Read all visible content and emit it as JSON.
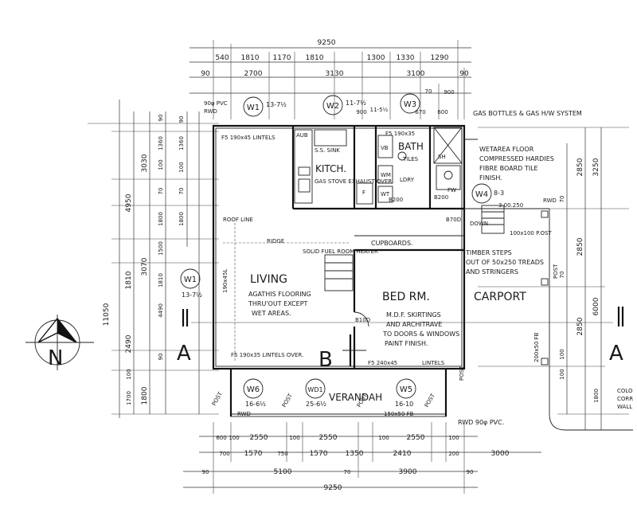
{
  "overall": {
    "top_width": "9250",
    "bottom_width": "9250"
  },
  "top_dims": {
    "row1": [
      "540",
      "1810",
      "1170",
      "1810",
      "1300",
      "1330",
      "1290"
    ],
    "row2": [
      "90",
      "2700",
      "3130",
      "3100",
      "90"
    ],
    "row3": [
      "900",
      "11-5½",
      "70",
      "900",
      "670",
      "600"
    ]
  },
  "bottom_dims": {
    "row1": [
      "600",
      "100",
      "2550",
      "100",
      "2550",
      "100",
      "2550",
      "100"
    ],
    "row2": [
      "700",
      "1570",
      "750",
      "1570",
      "1350",
      "2410",
      "200",
      "3000"
    ],
    "row3": [
      "90",
      "5100",
      "70",
      "3900",
      "90"
    ]
  },
  "left_dims": {
    "overall": "11050",
    "col_a": [
      "4950",
      "1810",
      "2490"
    ],
    "col_b": [
      "3030",
      "3070",
      "1800"
    ],
    "col_c": [
      "90",
      "1360",
      "100",
      "70",
      "1800",
      "1500",
      "1810",
      "4490",
      "90",
      "100",
      "1700"
    ],
    "col_d": [
      "90",
      "1360",
      "100",
      "70",
      "1800"
    ]
  },
  "right_dims": {
    "overall": [
      "3250",
      "6000"
    ],
    "col_a": [
      "2850",
      "2850",
      "2850"
    ],
    "col_b": [
      "70",
      "70",
      "100",
      "100",
      "1800"
    ]
  },
  "rooms": {
    "kitchen": "KITCH.",
    "bath": "BATH",
    "living": "LIVING",
    "bed": "BED RM.",
    "carport": "CARPORT",
    "verandah": "VERANDAH"
  },
  "windows": [
    {
      "tag": "W1",
      "size": "13-7½"
    },
    {
      "tag": "W2",
      "size": "11-7½"
    },
    {
      "tag": "W3",
      "size": ""
    },
    {
      "tag": "W4",
      "size": "8-3"
    },
    {
      "tag": "W1",
      "size": "13-7½"
    },
    {
      "tag": "W6",
      "size": "16-6½"
    },
    {
      "tag": "WD1",
      "size": "25-6½"
    },
    {
      "tag": "W5",
      "size": "16-10"
    }
  ],
  "labels": {
    "pvc_top": "90φ PVC",
    "rwd_top": "RWD",
    "lintels_top": "F5 190x45 LINTELS",
    "lintels_bath": "F5 190x35",
    "ss_sink": "S.S. SINK",
    "gas_stove": "GAS STOVE EXHAUST OVER.",
    "gas_bottles": "GAS BOTTLES & GAS H/W SYSTEM",
    "tiles": "TILES",
    "ldry": "LDRY",
    "vb": "VB",
    "wm": "WM",
    "wt": "WT",
    "sh": "SH",
    "fw": "FW",
    "b200_1": "B200",
    "b200_2": "B200",
    "b700": "B70D",
    "aub": "AUB",
    "f": "F",
    "wet_area_1": "WETAREA FLOOR",
    "wet_area_2": "COMPRESSED HARDIES",
    "wet_area_3": "FIBRE BOARD TILE",
    "wet_area_4": "FINISH.",
    "roof_line": "ROOF LINE",
    "ridge": "RIDGE",
    "cupboards": "CUPBOARDS.",
    "solid_fuel": "SOLID FUEL ROOM HEATER",
    "stair_note": "100x100 P.OST",
    "timber_1": "TIMBER STEPS",
    "timber_2": "OUT OF 50x250 TREADS",
    "timber_3": "AND STRINGERS",
    "downpipe": "DOWN",
    "rwd_right": "RWD",
    "post_right": "POST",
    "ridge_vert": "190x45L",
    "post_fb": "200x50 FB",
    "agathis_1": "AGATHIS FLOORING",
    "agathis_2": "THRU'OUT EXCEPT",
    "agathis_3": "WET AREAS.",
    "b100": "B10D",
    "mdf_1": "M.D.F. SKIRTINGS",
    "mdf_2": "AND ARCHITRAVE",
    "mdf_3": "TO DOORS & WINDOWS",
    "mdf_4": "PAINT FINISH.",
    "lintels_bottom_l": "F5 190x35 LINTELS OVER.",
    "lintels_bottom_r": "F5 240x45",
    "lintels_bottom_r2": "LINTELS",
    "post_1": "POST",
    "post_2": "POST",
    "post_3": "POST",
    "post_4": "POST",
    "post_5": "POST",
    "rwd_bl": "RWD",
    "fb_post": "150x50 FB",
    "rwd_br": "RWD 90φ PVC.",
    "step_right": "3.00.250",
    "frag_1": "COLO",
    "frag_2": "CORR",
    "frag_3": "WALL"
  },
  "section_marks": {
    "a_left": "A",
    "b": "B",
    "a_right": "A"
  },
  "north": "N"
}
